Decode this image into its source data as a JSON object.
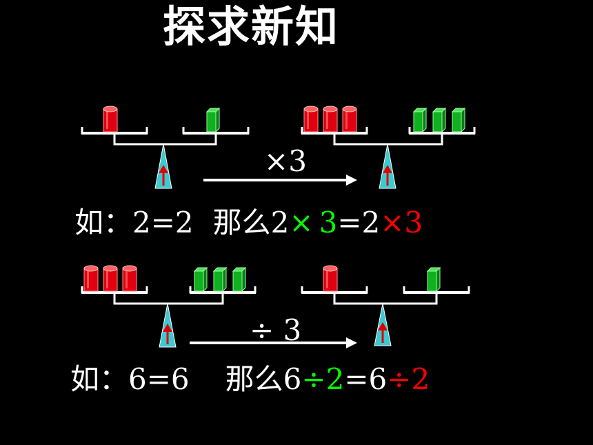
{
  "title": "探求新知",
  "colors": {
    "background": "#000000",
    "text": "#ffffff",
    "cylinder": "#e00010",
    "cube": "#10b020",
    "pivot": "#3ec8d0",
    "arrow_up": "#e00000",
    "green_text": "#00ff00",
    "red_text": "#ff0000"
  },
  "row1": {
    "operation_label": "×3",
    "left_scale": {
      "cylinders": 1,
      "cubes": 1
    },
    "right_scale": {
      "cylinders": 3,
      "cubes": 3
    },
    "equation": {
      "prefix": "如：",
      "base": "2=2",
      "then": "那么",
      "lhs": "2",
      "op_green": "×",
      "num_green": "3",
      "mid": "=2",
      "op_red": "×",
      "num_red": "3"
    }
  },
  "row2": {
    "operation_label": "÷ 3",
    "left_scale": {
      "cylinders": 3,
      "cubes": 3
    },
    "right_scale": {
      "cylinders": 1,
      "cubes": 1
    },
    "equation": {
      "prefix": "如：",
      "base": "6=6",
      "then": "那么",
      "lhs": "6",
      "op_green": "÷",
      "num_green": "2",
      "mid": "=6",
      "op_red": "÷",
      "num_red": "2"
    }
  }
}
